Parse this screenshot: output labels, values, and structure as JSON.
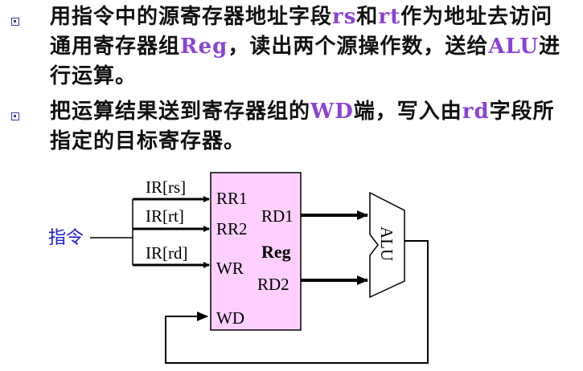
{
  "bullets": [
    {
      "seg1": "用指令中的源寄存器地址字段",
      "rs": "rs",
      "seg2": "和",
      "rt": "rt",
      "seg3": "作为地址去访问",
      "seg4": "通用寄存器组",
      "reg": "Reg",
      "seg5": "，读出两个源操作数，送给",
      "alu": "ALU",
      "seg6": "进",
      "seg7": "行运算。"
    },
    {
      "seg1": "把运算结果送到寄存器组的",
      "wd": "WD",
      "seg2": "端，写入由",
      "rd": "rd",
      "seg3": "字段所",
      "seg4": "指定的目标寄存器。"
    }
  ],
  "diagram": {
    "instruction_label": "指令",
    "inputs": [
      "IR[rs]",
      "IR[rt]",
      "IR[rd]"
    ],
    "register_file": {
      "title": "Reg",
      "ports_in": [
        "RR1",
        "RR2",
        "WR",
        "WD"
      ],
      "ports_out": [
        "RD1",
        "RD2"
      ]
    },
    "alu_label": "ALU"
  },
  "colors": {
    "highlight": "#8a43d6",
    "instruction_label": "#1a1ad6",
    "register_fill": "#ffd0ff",
    "bullet": "#3a3aa8"
  }
}
